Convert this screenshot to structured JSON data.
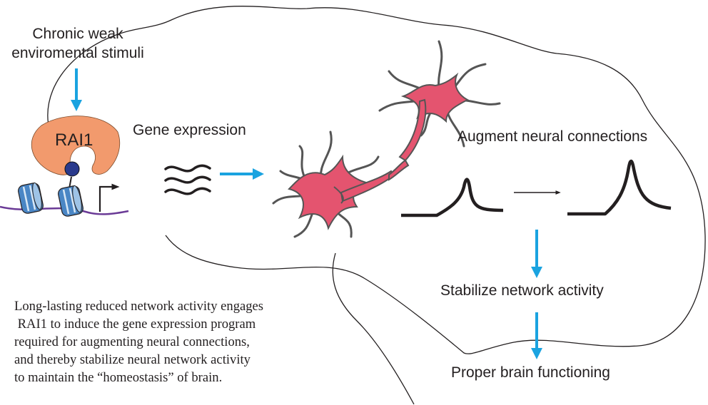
{
  "labels": {
    "stimuli": "Chronic weak enviromental stimuli",
    "rai1": "RAI1",
    "gene_expression": "Gene expression",
    "augment": "Augment neural connections",
    "stabilize": "Stabilize network activity",
    "proper": "Proper brain functioning"
  },
  "summary_lines": [
    "Long-lasting reduced network activity engages",
    " RAI1 to induce the gene expression program",
    "required for augmenting neural connections,",
    "and thereby stabilize neural network activity",
    "to maintain the “homeostasis” of brain."
  ],
  "colors": {
    "arrow": "#1aa3e0",
    "rai1": "#f29a6d",
    "neuron": "#e4546f",
    "dna": "#6a3a96",
    "nucleosome": "#4a86c5",
    "outline": "#231f20"
  }
}
